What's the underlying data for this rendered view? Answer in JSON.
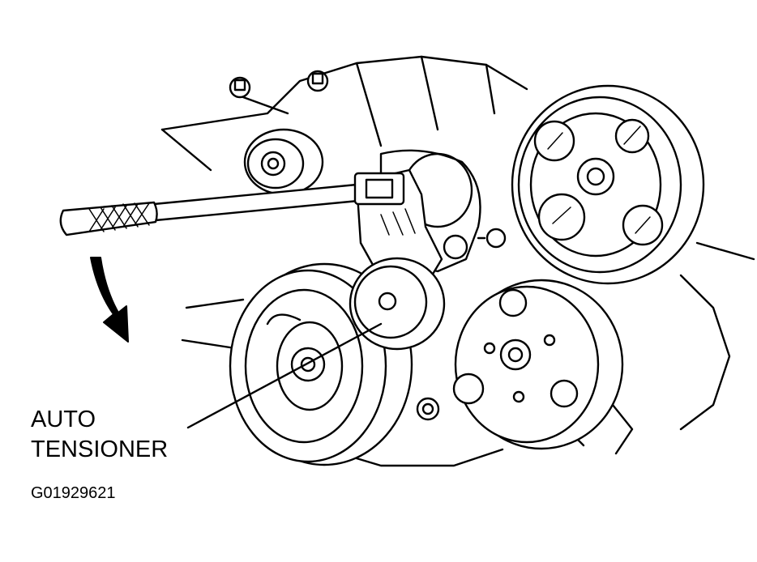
{
  "callout": {
    "line1": "AUTO",
    "line2": "TENSIONER"
  },
  "figure_id": "G01929621",
  "colors": {
    "ink": "#000000",
    "paper": "#ffffff"
  }
}
